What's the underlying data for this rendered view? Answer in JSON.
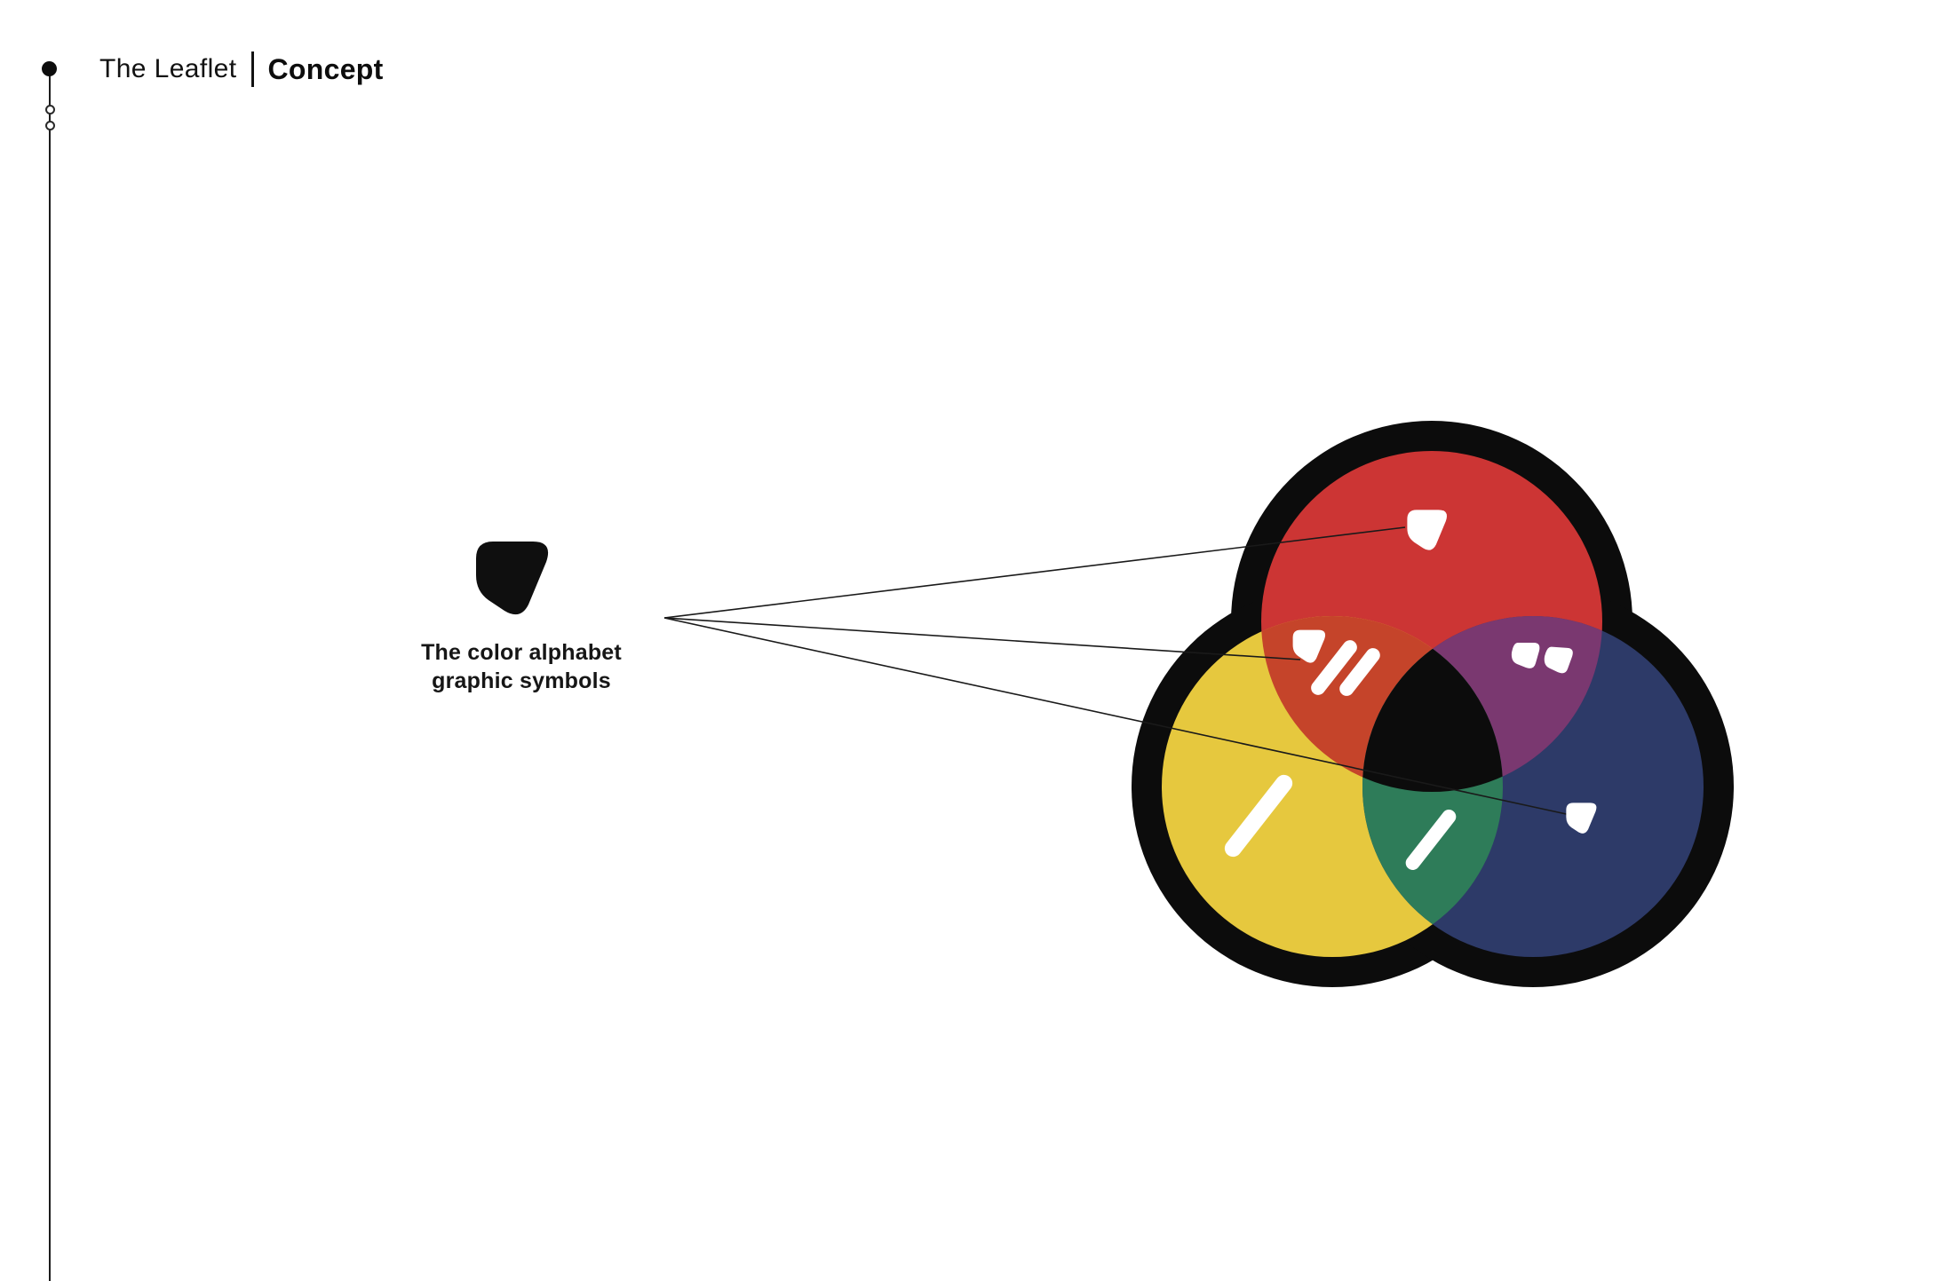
{
  "header": {
    "brand": "The Leaflet",
    "section": "Concept"
  },
  "caption": {
    "line1": "The color alphabet",
    "line2": "graphic symbols"
  },
  "colors": {
    "background": "#ffffff",
    "ink": "#141414",
    "line": "#1a1a1a",
    "red": "#cc3534",
    "yellow": "#e6c83e",
    "blue": "#2d3a68",
    "red_yellow_overlap": "#c5442a",
    "red_blue_overlap": "#7a3870",
    "yellow_blue_overlap": "#2e7c59",
    "center_overlap": "#0c0c0c",
    "outline": "#0c0c0c",
    "symbol_black": "#0f0f0f",
    "symbol_white": "#ffffff"
  },
  "icons": {
    "timeline_dot": "filled-circle",
    "timeline_ring": "hollow-circle",
    "color_alphabet_pick": "rounded-triangle",
    "slash_symbol": "rounded-diagonal-bar",
    "mark_symbol": "rounded-blob"
  },
  "diagram": {
    "name": "color-alphabet-venn-logo",
    "regions": [
      "red",
      "yellow",
      "blue",
      "red-yellow",
      "red-blue",
      "yellow-blue",
      "center"
    ],
    "connector_count": 3
  }
}
